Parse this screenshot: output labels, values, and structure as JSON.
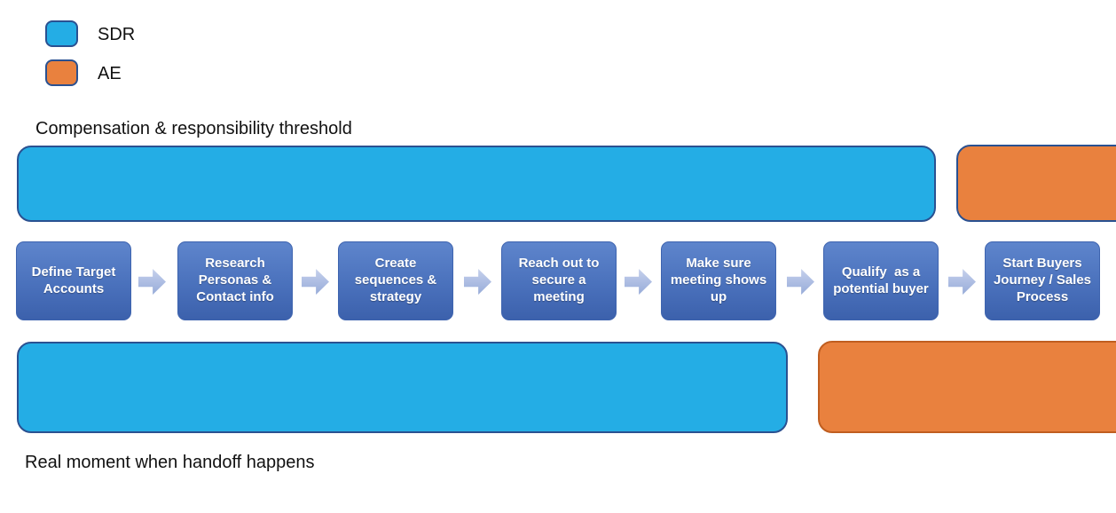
{
  "legend": {
    "items": [
      {
        "label": "SDR",
        "color": "#24ADE5"
      },
      {
        "label": "AE",
        "color": "#E9813E"
      }
    ]
  },
  "annotations": {
    "top_label": "Compensation & responsibility threshold",
    "bottom_label": "Real moment when handoff happens"
  },
  "process": {
    "steps": [
      {
        "label": "Define Target Accounts"
      },
      {
        "label": "Research Personas & Contact info"
      },
      {
        "label": "Create sequences & strategy"
      },
      {
        "label": "Reach out to secure a meeting"
      },
      {
        "label": "Make sure meeting shows up"
      },
      {
        "label": "Qualify  as a potential buyer"
      },
      {
        "label": "Start Buyers Journey / Sales Process"
      }
    ]
  },
  "colors": {
    "sdr_fill": "#24ADE5",
    "ae_fill": "#E9813E",
    "bar_border_blue": "#2A5191",
    "ae_bottom_bar_border": "#C05E20",
    "step_gradient_top": "#5E85CC",
    "step_gradient_bottom": "#3C61AC",
    "arrow_fill": "#AEBEE3",
    "text_color": "#111111"
  }
}
